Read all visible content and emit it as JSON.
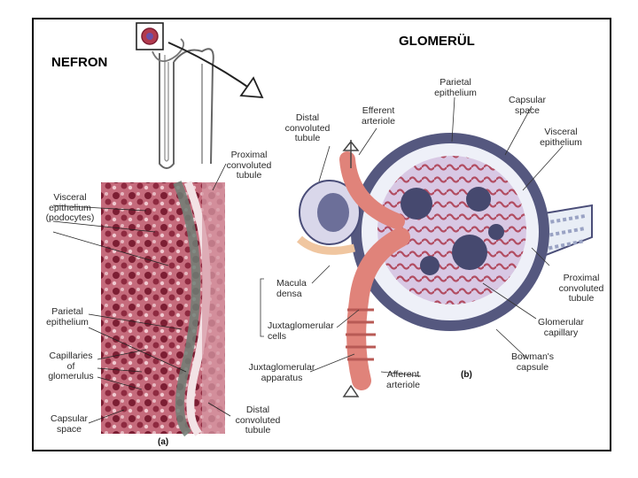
{
  "titles": {
    "nefron": "NEFRON",
    "glomerul": "GLOMERÜL"
  },
  "panels": {
    "a": "(a)",
    "b": "(b)"
  },
  "micrograph_labels": {
    "visceral": "Visceral\nepithelium\n(podocytes)",
    "parietal": "Parietal\nepithelium",
    "capillaries": "Capillaries\nof\nglomerulus",
    "capsular": "Capsular\nspace",
    "proximal": "Proximal\nconvoluted\ntubule",
    "distal": "Distal\nconvoluted\ntubule"
  },
  "diagram_labels": {
    "parietal": "Parietal\nepithelium",
    "capsular_space": "Capsular\nspace",
    "efferent": "Efferent\narteriole",
    "distal": "Distal\nconvoluted\ntubule",
    "visceral": "Visceral\nepithelium",
    "macula": "Macula\ndensa",
    "juxta_cells": "Juxtaglomerular\ncells",
    "juxta_apparatus": "Juxtaglomerular\napparatus",
    "afferent": "Afferent\narteriole",
    "proximal": "Proximal\nconvoluted\ntubule",
    "glom_capillary": "Glomerular\ncapillary",
    "bowman": "Bowman's\ncapsule"
  },
  "colors": {
    "tissue": "#b23a4e",
    "vessel": "#e0837a",
    "capsule": "#4a4d78",
    "podocyte": "#c9b9d8"
  }
}
